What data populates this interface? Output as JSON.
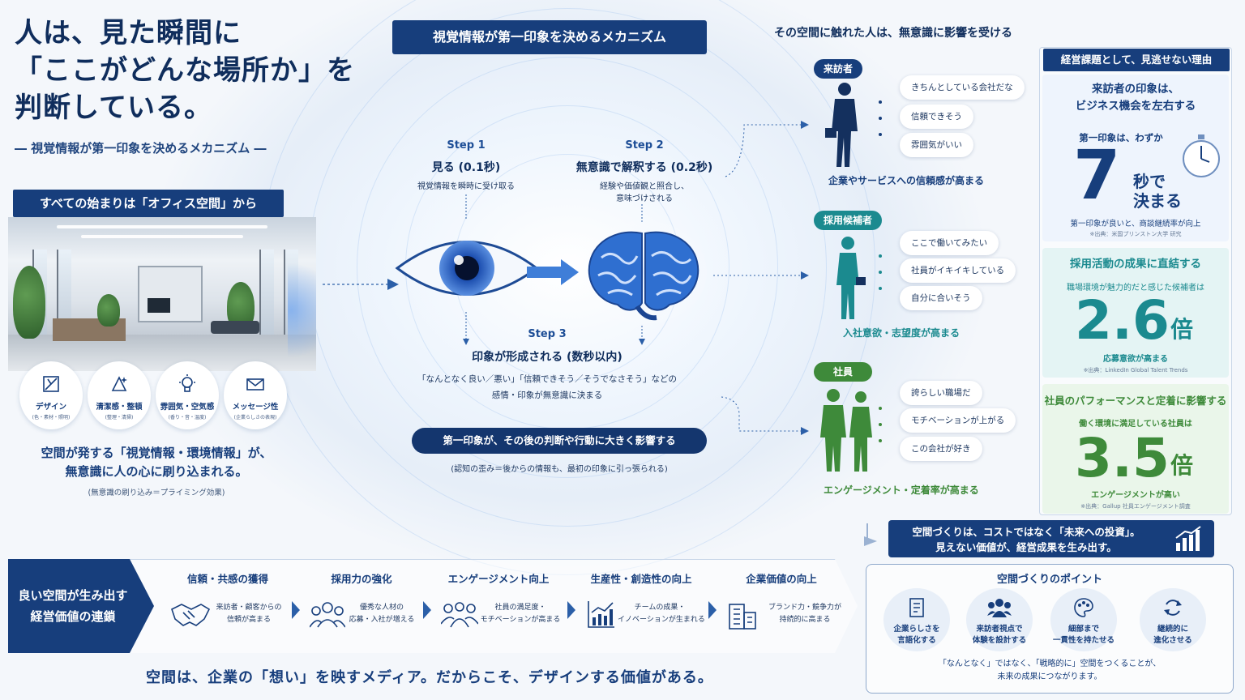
{
  "headline": [
    "人は、見た瞬間に",
    "「ここがどんな場所か」を",
    "判断している。"
  ],
  "subhead": "― 視覚情報が第一印象を決めるメカニズム ―",
  "origin_label": "すべての始まりは「オフィス空間」から",
  "features": [
    {
      "label": "デザイン",
      "sub": "(色・素材・照明)",
      "icon": "design-icon"
    },
    {
      "label": "清潔感・整頓",
      "sub": "(整理・清掃)",
      "icon": "sparkle-icon"
    },
    {
      "label": "雰囲気・空気感",
      "sub": "(香り・音・温度)",
      "icon": "lightbulb-icon"
    },
    {
      "label": "メッセージ性",
      "sub": "(企業らしさの表現)",
      "icon": "envelope-icon"
    }
  ],
  "space_msg": [
    "空間が発する「視覚情報・環境情報」が、",
    "無意識に人の心に刷り込まれる。"
  ],
  "space_note": "(無意識の刷り込み＝プライミング効果)",
  "mechanism_title": "視覚情報が第一印象を決めるメカニズム",
  "steps": [
    {
      "num": "Step 1",
      "title": "見る (0.1秒)",
      "desc": [
        "視覚情報を瞬時に受け取る"
      ]
    },
    {
      "num": "Step 2",
      "title": "無意識で解釈する (0.2秒)",
      "desc": [
        "経験や価値観と照合し、",
        "意味づけされる"
      ]
    },
    {
      "num": "Step 3",
      "title": "印象が形成される (数秒以内)",
      "desc": [
        "「なんとなく良い／悪い」「信頼できそう／そうでなさそう」などの",
        "感情・印象が無意識に決まる"
      ]
    }
  ],
  "influence": "第一印象が、その後の判断や行動に大きく影響する",
  "influence_note": "(認知の歪み＝後からの情報も、最初の印象に引っ張られる)",
  "people_header": "その空間に触れた人は、無意識に影響を受ける",
  "people": [
    {
      "label": "来訪者",
      "color": "#173e7c",
      "bubbles": [
        "きちんとしている会社だな",
        "信頼できそう",
        "雰囲気がいい"
      ],
      "result": "企業やサービスへの信頼感が高まる"
    },
    {
      "label": "採用候補者",
      "color": "#1b8a8f",
      "bubbles": [
        "ここで働いてみたい",
        "社員がイキイキしている",
        "自分に合いそう"
      ],
      "result": "入社意欲・志望度が高まる"
    },
    {
      "label": "社員",
      "color": "#3e8a3a",
      "bubbles": [
        "誇らしい職場だ",
        "モチベーションが上がる",
        "この会社が好き"
      ],
      "result": "エンゲージメント・定着率が高まる"
    }
  ],
  "panel_title": "経営課題として、見逃せない理由",
  "cards": [
    {
      "title": [
        "来訪者の印象は、",
        "ビジネス機会を左右する"
      ],
      "lead": "第一印象は、わずか",
      "number": "7",
      "unit": [
        "秒で",
        "決まる"
      ],
      "note": "第一印象が良いと、商談継続率が向上",
      "source": "※出典：米国プリンストン大学 研究",
      "color": "#173e7c"
    },
    {
      "title": [
        "採用活動の成果に直結する"
      ],
      "lead": "職場環境が魅力的だと感じた候補者は",
      "number": "2.6",
      "unit": [
        "倍"
      ],
      "note": "応募意欲が高まる",
      "source": "※出典：LinkedIn Global Talent Trends",
      "color": "#1b8a8f"
    },
    {
      "title": [
        "社員のパフォーマンスと定着に影響する"
      ],
      "lead": "働く環境に満足している社員は",
      "number": "3.5",
      "unit": [
        "倍"
      ],
      "note": "エンゲージメントが高い",
      "source": "※出典：Gallup 社員エンゲージメント調査",
      "color": "#3e8a3a"
    }
  ],
  "invest": [
    "空間づくりは、コストではなく「未来への投資」。",
    "見えない価値が、経営成果を生み出す。"
  ],
  "chain_head": [
    "良い空間が生み出す",
    "経営価値の連鎖"
  ],
  "chain": [
    {
      "title": "信頼・共感の獲得",
      "desc": [
        "来訪者・顧客からの",
        "信頼が高まる"
      ],
      "icon": "handshake-icon"
    },
    {
      "title": "採用力の強化",
      "desc": [
        "優秀な人材の",
        "応募・入社が増える"
      ],
      "icon": "people-icon"
    },
    {
      "title": "エンゲージメント向上",
      "desc": [
        "社員の満足度・",
        "モチベーションが高まる"
      ],
      "icon": "team-icon"
    },
    {
      "title": "生産性・創造性の向上",
      "desc": [
        "チームの成果・",
        "イノベーションが生まれる"
      ],
      "icon": "chart-icon"
    },
    {
      "title": "企業価値の向上",
      "desc": [
        "ブランド力・競争力が",
        "持続的に高まる"
      ],
      "icon": "building-icon"
    }
  ],
  "tagline": "空間は、企業の「想い」を映すメディア。だからこそ、デザインする価値がある。",
  "points_title": "空間づくりのポイント",
  "points": [
    {
      "label": [
        "企業らしさを",
        "言語化する"
      ],
      "icon": "document-icon"
    },
    {
      "label": [
        "来訪者視点で",
        "体験を設計する"
      ],
      "icon": "visitor-icon"
    },
    {
      "label": [
        "細部まで",
        "一貫性を持たせる"
      ],
      "icon": "palette-icon"
    },
    {
      "label": [
        "継続的に",
        "進化させる"
      ],
      "icon": "cycle-icon"
    }
  ],
  "points_note": [
    "「なんとなく」ではなく、「戦略的に」空間をつくることが、",
    "未来の成果につながります。"
  ]
}
